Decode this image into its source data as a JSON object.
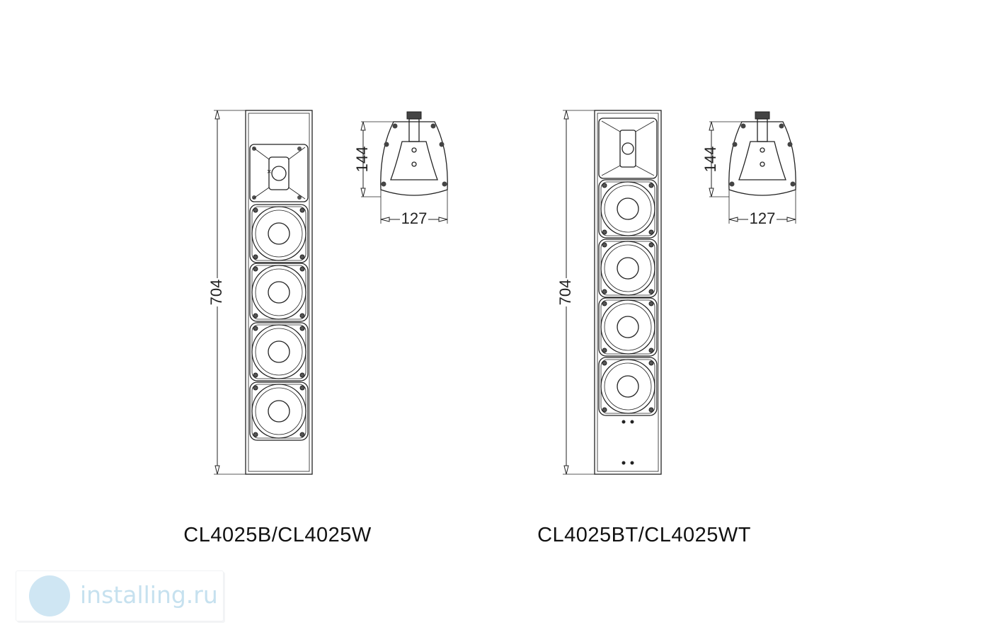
{
  "models": [
    {
      "name": "CL4025B/CL4025W",
      "height_dim": "704",
      "side_height_dim": "144",
      "side_width_dim": "127",
      "woofers": 4,
      "tweeter": "square-horn"
    },
    {
      "name": "CL4025BT/CL4025WT",
      "height_dim": "704",
      "side_height_dim": "144",
      "side_width_dim": "127",
      "woofers": 4,
      "tweeter": "waveguide"
    }
  ],
  "watermark": {
    "text": "installing.ru",
    "color": "#c6e1ef"
  }
}
